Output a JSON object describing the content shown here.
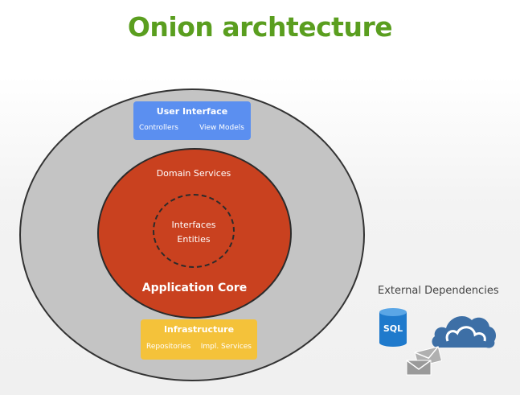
{
  "title": "Onion archtecture",
  "layers": {
    "ui": {
      "title": "User Interface",
      "left": "Controllers",
      "right": "View Models"
    },
    "domain_services": "Domain Services",
    "core_inner": {
      "line1": "Interfaces",
      "line2": "Entities"
    },
    "application_core": "Application Core",
    "infra": {
      "title": "Infrastructure",
      "left": "Repositories",
      "right": "Impl. Services"
    }
  },
  "external": {
    "label": "External Dependencies",
    "sql_label": "SQL"
  },
  "colors": {
    "title": "#5a9e1f",
    "outer": "#c4c4c4",
    "core": "#c9411f",
    "ui_box": "#5b8ff0",
    "infra_box": "#f4c23a",
    "db": "#1f7acc",
    "cloud": "#3d6fa6",
    "mail": "#9a9a9a"
  }
}
